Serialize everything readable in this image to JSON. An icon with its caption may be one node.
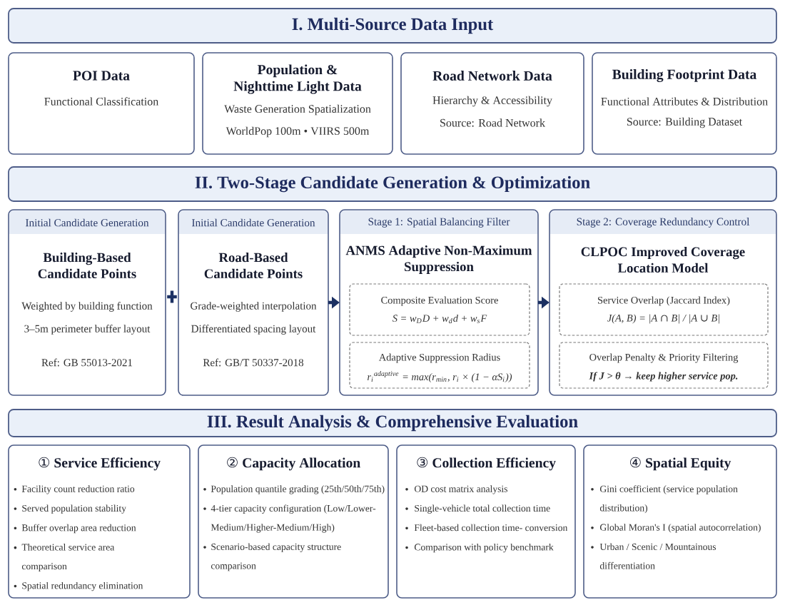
{
  "diagram": {
    "nodes": [
      {
        "text": [
          "I. Multi-Source Data Input"
        ]
      },
      {
        "text": [
          "POI Data",
          "Functional Classification"
        ]
      },
      {
        "text": [
          "Population & Nighttime Light Data",
          "Waste Generation Spatialization",
          "WorldPop 100m • VIIRS 500m"
        ]
      },
      {
        "text": [
          "Road Network Data",
          "Hierarchy & Accessibility",
          "Source: Road Network"
        ]
      },
      {
        "text": [
          "Building Footprint Data",
          "Functional Attributes & Distribution",
          "Source: Building Dataset"
        ]
      },
      {
        "text": [
          "II. Two-Stage Candidate Generation & Optimization"
        ]
      },
      {
        "text": [
          "Initial Candidate Generation",
          "Building-Based Candidate Points",
          "Weighted by building function",
          "3–5m perimeter buffer layout",
          "Ref: GB 55013-2021"
        ]
      },
      {
        "text": [
          "Initial Candidate Generation",
          "Road-Based Candidate Points",
          "Grade-weighted interpolation",
          "Differentiated spacing layout",
          "Ref: GB/T 50337-2018"
        ]
      },
      {
        "text": [
          "Stage 1: Spatial Balancing Filter",
          "ANMS Adaptive Non-Maximum Suppression"
        ]
      },
      {
        "text": [
          "Composite Evaluation Score",
          "S = w$_{D}$D + w$_{d}$d + w$_{s}$F"
        ],
        "in": 8
      },
      {
        "text": [
          "Adaptive Suppression Radius",
          "r$_{i}$$^{adaptive}$ = max(r$_{min}$, r$_{i}$ × (1 − αS$_{i}$))"
        ],
        "in": 8
      },
      {
        "text": [
          "Stage 2: Coverage Redundancy Control",
          "CLPOC Improved Coverage Location Model"
        ]
      },
      {
        "text": [
          "Service Overlap (Jaccard Index)",
          "J(A, B) = |A ∩ B| / |A ∪ B|"
        ],
        "in": 11
      },
      {
        "text": [
          "Overlap Penalty & Priority Filtering",
          "If J > θ → keep higher service pop."
        ],
        "in": 11
      },
      {
        "text": [
          "III. Result Analysis & Comprehensive Evaluation"
        ]
      },
      {
        "text": [
          "① Service Efficiency",
          "Facility count reduction ratio",
          "Served population stability",
          "Buffer overlap area reduction",
          "Theoretical service area comparison",
          "Spatial redundancy elimination"
        ]
      },
      {
        "text": [
          "② Capacity Allocation",
          "Population quantile grading (25th/50th/75th)",
          "4-tier capacity configuration (Low/Lower-Medium/Higher-Medium/High)",
          "Scenario-based capacity structure comparison"
        ]
      },
      {
        "text": [
          "③ Collection Efficiency",
          "OD cost matrix analysis",
          "Single-vehicle total collection time",
          "Fleet-based collection time- conversion",
          "Comparison with policy benchmark"
        ]
      },
      {
        "text": [
          "④ Spatial Equity",
          "Gini coefficient (service population distribution)",
          "Global Moran's I (spatial autocorrelation)",
          "Urban / Scenic / Mountainous differentiation"
        ]
      }
    ],
    "edges": [
      {
        "from": 7,
        "to": 8,
        "arrow": "to"
      },
      {
        "from": 8,
        "to": 11,
        "arrow": "to"
      }
    ]
  }
}
